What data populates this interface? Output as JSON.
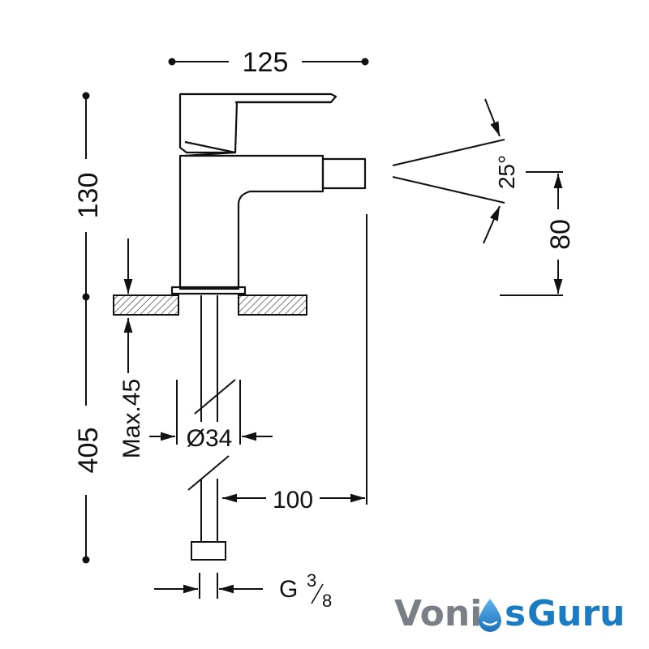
{
  "dimensions": {
    "width_top": "125",
    "height_upper": "130",
    "height_total": "405",
    "spout_angle": "25°",
    "spout_height": "80",
    "max_thickness": "Max.45",
    "hole_diameter": "Ø34",
    "spout_reach": "100",
    "thread_prefix": "G",
    "thread_num": "3",
    "thread_den": "8"
  },
  "logo": {
    "part1": "Voni",
    "part2": "s",
    "part3": "Guru",
    "brand_blue": "#1a7dc4",
    "text_gray": "#7a7f86"
  }
}
